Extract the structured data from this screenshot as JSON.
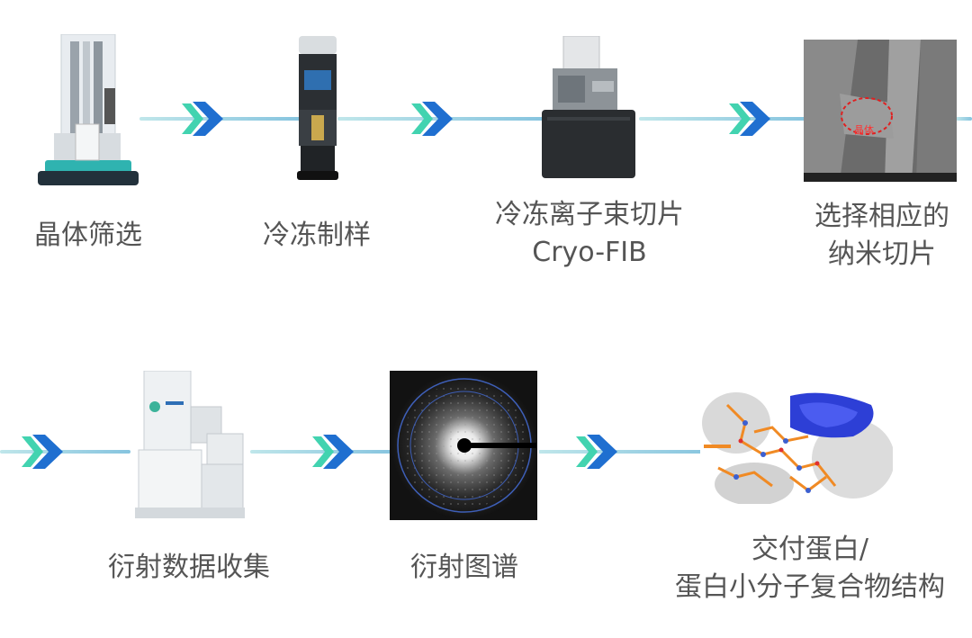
{
  "steps": [
    {
      "id": "crystal-screening",
      "label": "晶体筛选"
    },
    {
      "id": "cryo-prep",
      "label": "冷冻制样"
    },
    {
      "id": "cryo-fib",
      "label_line1": "冷冻离子束切片",
      "label_line2": "Cryo-FIB"
    },
    {
      "id": "select-slice",
      "label_line1": "选择相应的",
      "label_line2": "纳米切片",
      "image_text": "晶体"
    },
    {
      "id": "data-collection",
      "label": "衍射数据收集"
    },
    {
      "id": "diffraction-pattern",
      "label": "衍射图谱"
    },
    {
      "id": "deliver-structure",
      "label_line1": "交付蛋白/",
      "label_line2": "蛋白小分子复合物结构"
    }
  ],
  "colors": {
    "arrow_blue": "#1f6fd0",
    "arrow_teal": "#42d3b0",
    "line": "#8cc6df",
    "text": "#555555"
  }
}
